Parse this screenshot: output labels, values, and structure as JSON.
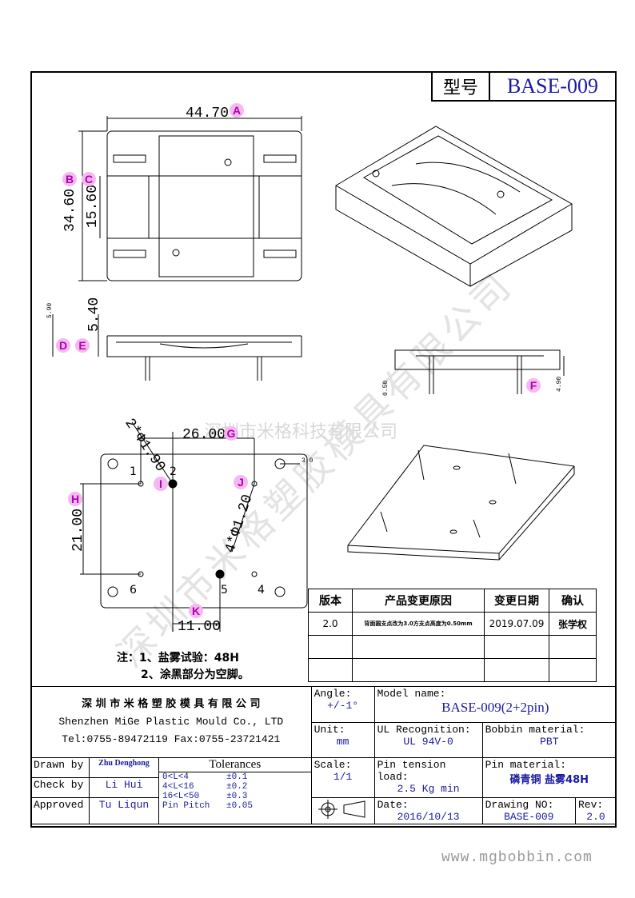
{
  "header": {
    "type_label": "型号",
    "type_value": "BASE-009"
  },
  "dimensions": {
    "width": "44.70",
    "height": "34.60",
    "inner": "15.60",
    "side_small": "5.90",
    "side_big": "5.40",
    "side2_small": "0.50",
    "side2_big": "4.90",
    "pitch_h": "26.00",
    "hole_i": "2*Φ1.90",
    "hole_j": "4*Φ1.20",
    "vertical": "21.00",
    "bottom": "11.00",
    "offset": "3.0"
  },
  "markers": [
    "A",
    "B",
    "C",
    "D",
    "E",
    "F",
    "G",
    "H",
    "I",
    "J",
    "K"
  ],
  "pins": [
    "1",
    "2",
    "4",
    "5",
    "6"
  ],
  "watermark": {
    "diagonal": "深圳市米格塑胶模具有限公司",
    "horizontal": "深圳市米格科技有限公司"
  },
  "revision_table": {
    "headers": [
      "版本",
      "产品变更原因",
      "变更日期",
      "确认"
    ],
    "rows": [
      [
        "2.0",
        "背面圆支点改为3.0方支点高度为0.50mm",
        "2019.07.09",
        "张学权"
      ],
      [
        "",
        "",
        "",
        ""
      ],
      [
        "",
        "",
        "",
        ""
      ]
    ]
  },
  "notes": {
    "line1": "注：1、盐雾试验：48H",
    "line2": "2、涂黑部分为空脚。"
  },
  "title_block": {
    "company_cn": "深 圳 市 米 格 塑 胶 模 具 有 限 公 司",
    "company_en": "Shenzhen MiGe Plastic Mould Co., LTD",
    "contact": "Tel:0755-89472119   Fax:0755-23721421",
    "angle_label": "Angle:",
    "angle_value": "+/-1°",
    "model_label": "Model name:",
    "model_value": "BASE-009(2+2pin)",
    "unit_label": "Unit:",
    "unit_value": "mm",
    "ul_label": "UL Recognition:",
    "ul_value": "UL 94V-0",
    "bobbin_label": "Bobbin material:",
    "bobbin_value": "PBT",
    "drawn_label": "Drawn by",
    "drawn_value": "Zhu Denghong",
    "check_label": "Check by",
    "check_value": "Li Hui",
    "approved_label": "Approved",
    "approved_value": "Tu Liqun",
    "tolerances_label": "Tolerances",
    "tolerances": [
      {
        "range": "0<L<4",
        "tol": "±0.1"
      },
      {
        "range": "4<L<16",
        "tol": "±0.2"
      },
      {
        "range": "16<L<50",
        "tol": "±0.3"
      },
      {
        "range": "Pin Pitch",
        "tol": "±0.05"
      }
    ],
    "scale_label": "Scale:",
    "scale_value": "1/1",
    "pin_tension_label": "Pin tension load:",
    "pin_tension_value": "2.5 Kg min",
    "pin_material_label": "Pin material:",
    "pin_material_value": "磷青铜  盐雾48H",
    "date_label": "Date:",
    "date_value": "2016/10/13",
    "drawing_no_label": "Drawing NO:",
    "drawing_no_value": "BASE-009",
    "rev_label": "Rev:",
    "rev_value": "2.0"
  },
  "website": "www.mgbobbin.com"
}
